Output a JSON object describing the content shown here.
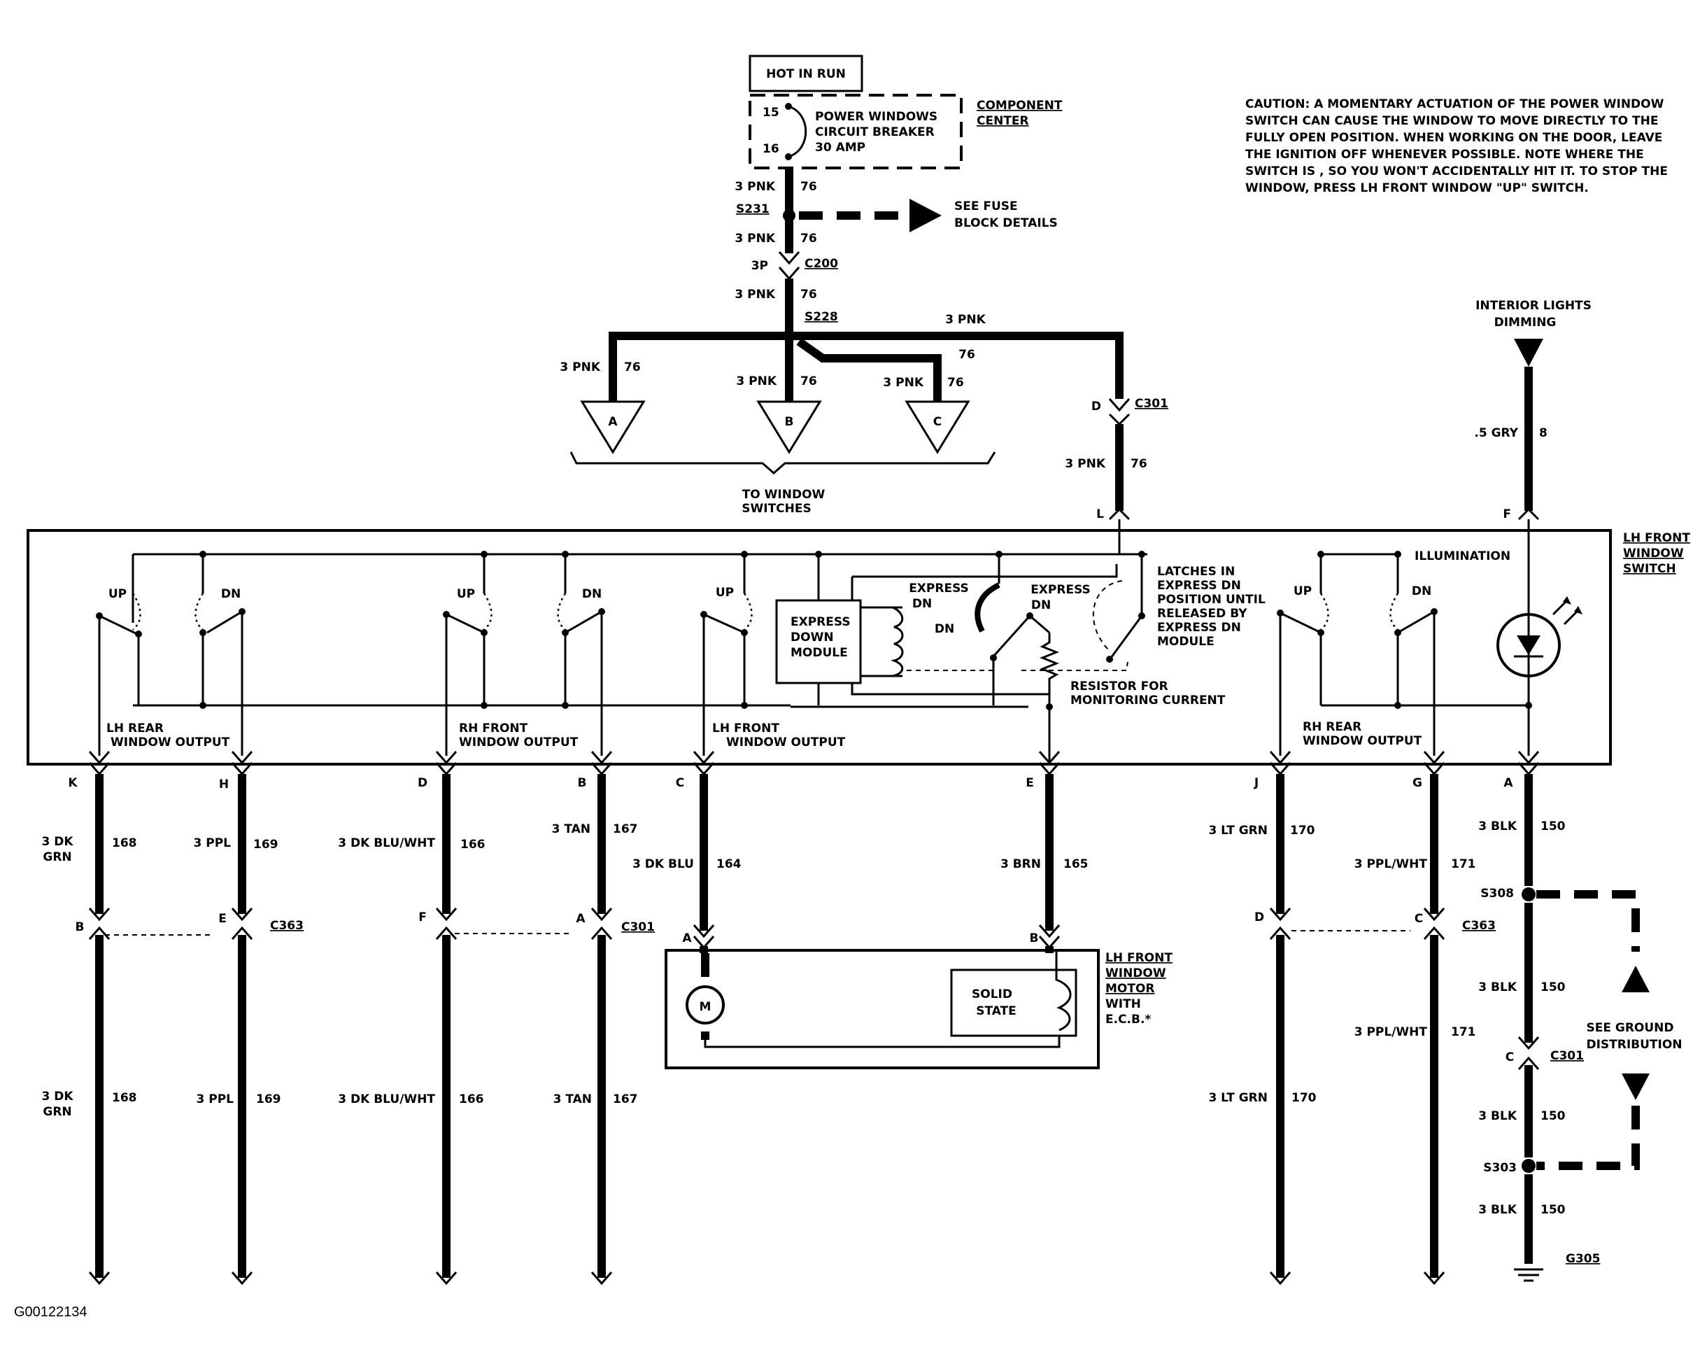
{
  "figure_id": "G00122134",
  "supply": {
    "hot_in_run": "HOT IN RUN",
    "breaker_label": "POWER WINDOWS",
    "breaker_label2": "CIRCUIT BREAKER",
    "breaker_rating": "30 AMP",
    "pin_15": "15",
    "pin_16": "16",
    "component_center_1": "COMPONENT",
    "component_center_2": "CENTER",
    "see_fuse_1": "SEE FUSE",
    "see_fuse_2": "BLOCK DETAILS"
  },
  "caution": [
    "CAUTION: A MOMENTARY ACTUATION OF THE POWER WINDOW",
    "SWITCH CAN CAUSE THE WINDOW TO MOVE DIRECTLY TO THE",
    "FULLY OPEN POSITION. WHEN WORKING ON THE DOOR, LEAVE",
    "THE IGNITION OFF WHENEVER POSSIBLE. NOTE WHERE THE",
    "SWITCH IS , SO  YOU WON'T ACCIDENTALLY  HIT IT. TO STOP THE",
    "WINDOW, PRESS LH FRONT WINDOW \"UP\" SWITCH."
  ],
  "top_wires": {
    "pnk": "3 PNK",
    "num76": "76",
    "s231": "S231",
    "c200": "C200",
    "c200_pin": "3P",
    "s228": "S228",
    "c301": "C301",
    "c301_pin": "D",
    "pin_l": "L",
    "pin_f": "F"
  },
  "branches": {
    "a": "A",
    "b": "B",
    "c": "C",
    "to_window_1": "TO WINDOW",
    "to_window_2": "SWITCHES"
  },
  "dimming": {
    "label1": "INTERIOR LIGHTS",
    "label2": "DIMMING",
    "wire": ".5 GRY",
    "num": "8"
  },
  "switch": {
    "name1": "LH FRONT",
    "name2": "WINDOW",
    "name3": "SWITCH",
    "illumination": "ILLUMINATION",
    "up": "UP",
    "dn": "DN",
    "express_module1": "EXPRESS",
    "express_module2": "DOWN",
    "express_module3": "MODULE",
    "express": "EXPRESS",
    "express_dn": "DN",
    "latch": [
      "LATCHES IN",
      "EXPRESS DN",
      "POSITION UNTIL",
      "RELEASED BY",
      "EXPRESS DN",
      "MODULE"
    ],
    "resistor1": "RESISTOR FOR",
    "resistor2": "MONITORING CURRENT",
    "out_lhr1": "LH REAR",
    "out_lhr2": "WINDOW OUTPUT",
    "out_rhf1": "RH FRONT",
    "out_rhf2": "WINDOW OUTPUT",
    "out_lhf1": "LH FRONT",
    "out_lhf2": "WINDOW OUTPUT",
    "out_rhr1": "RH REAR",
    "out_rhr2": "WINDOW OUTPUT"
  },
  "pins": {
    "k": "K",
    "h": "H",
    "d": "D",
    "b": "B",
    "c": "C",
    "e": "E",
    "j": "J",
    "g": "G",
    "a": "A",
    "f": "F"
  },
  "wires": {
    "dk": "3 DK",
    "grn": "GRN",
    "n168": "168",
    "ppl": "3 PPL",
    "n169": "169",
    "dkbluwht": "3 DK BLU/WHT",
    "n166": "166",
    "tan": "3 TAN",
    "n167": "167",
    "dkblu": "3 DK BLU",
    "n164": "164",
    "brn": "3 BRN",
    "n165": "165",
    "ltgrn": "3 LT GRN",
    "n170": "170",
    "pplwht": "3 PPL/WHT",
    "n171": "171",
    "blk": "3 BLK",
    "n150": "150"
  },
  "connectors": {
    "c363": "C363",
    "c301": "C301",
    "s308": "S308",
    "s303": "S303",
    "g305": "G305"
  },
  "motor": {
    "m": "M",
    "solid1": "SOLID",
    "solid2": "STATE",
    "name1": "LH FRONT",
    "name2": "WINDOW",
    "name3": "MOTOR",
    "name4": "WITH",
    "name5": "E.C.B.*"
  },
  "ground": {
    "see1": "SEE GROUND",
    "see2": "DISTRIBUTION"
  }
}
